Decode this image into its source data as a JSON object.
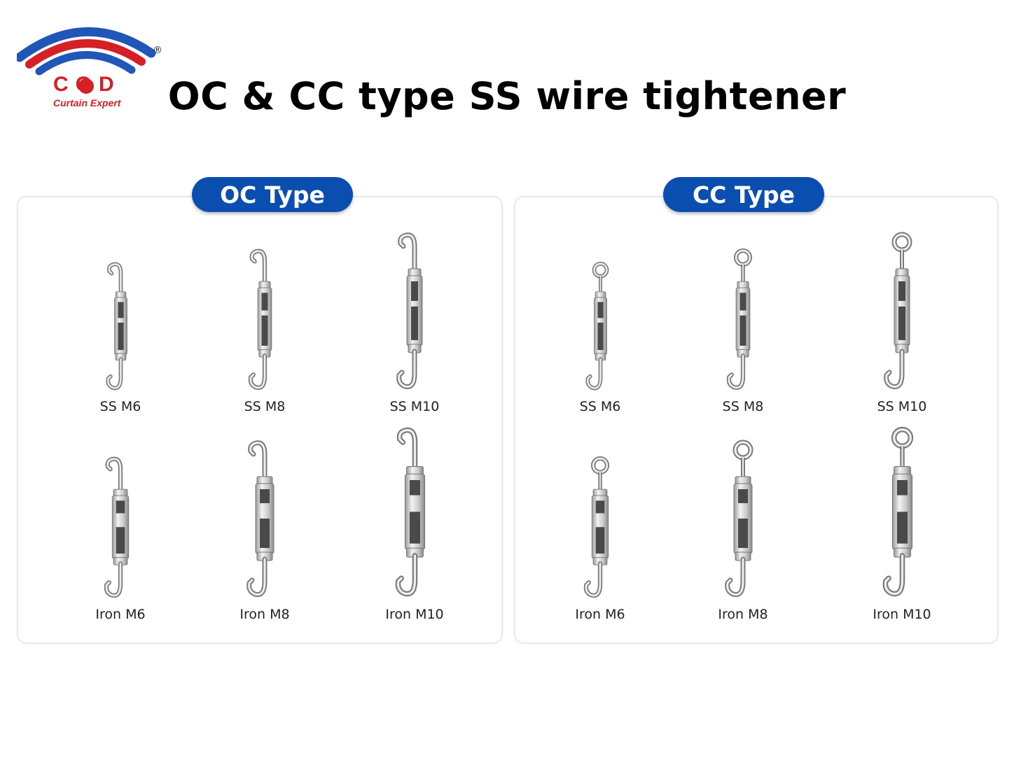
{
  "header": {
    "brand": "COD",
    "tagline": "Curtain Expert",
    "registered": "®",
    "title": "OC & CC type SS wire tightener",
    "brand_colors": {
      "blue": "#1f56b8",
      "red": "#d62027"
    }
  },
  "panels": [
    {
      "id": "oc",
      "label": "OC Type",
      "style": "hook-hook",
      "items": [
        {
          "label": "SS M6",
          "material": "ss",
          "scale": 0.82
        },
        {
          "label": "SS M8",
          "material": "ss",
          "scale": 0.9
        },
        {
          "label": "SS M10",
          "material": "ss",
          "scale": 1.0
        },
        {
          "label": "Iron M6",
          "material": "iron",
          "scale": 0.9
        },
        {
          "label": "Iron M8",
          "material": "iron",
          "scale": 1.0
        },
        {
          "label": "Iron M10",
          "material": "iron",
          "scale": 1.08
        }
      ]
    },
    {
      "id": "cc",
      "label": "CC Type",
      "style": "eye-hook",
      "items": [
        {
          "label": "SS M6",
          "material": "ss",
          "scale": 0.82
        },
        {
          "label": "SS M8",
          "material": "ss",
          "scale": 0.9
        },
        {
          "label": "SS M10",
          "material": "ss",
          "scale": 1.0
        },
        {
          "label": "Iron M6",
          "material": "iron",
          "scale": 0.9
        },
        {
          "label": "Iron M8",
          "material": "iron",
          "scale": 1.0
        },
        {
          "label": "Iron M10",
          "material": "iron",
          "scale": 1.08
        }
      ]
    }
  ],
  "colors": {
    "pill": "#0a4fb0",
    "metal_light": "#f2f2f2",
    "metal_dark": "#4a4a4a",
    "caption": "#222222"
  }
}
